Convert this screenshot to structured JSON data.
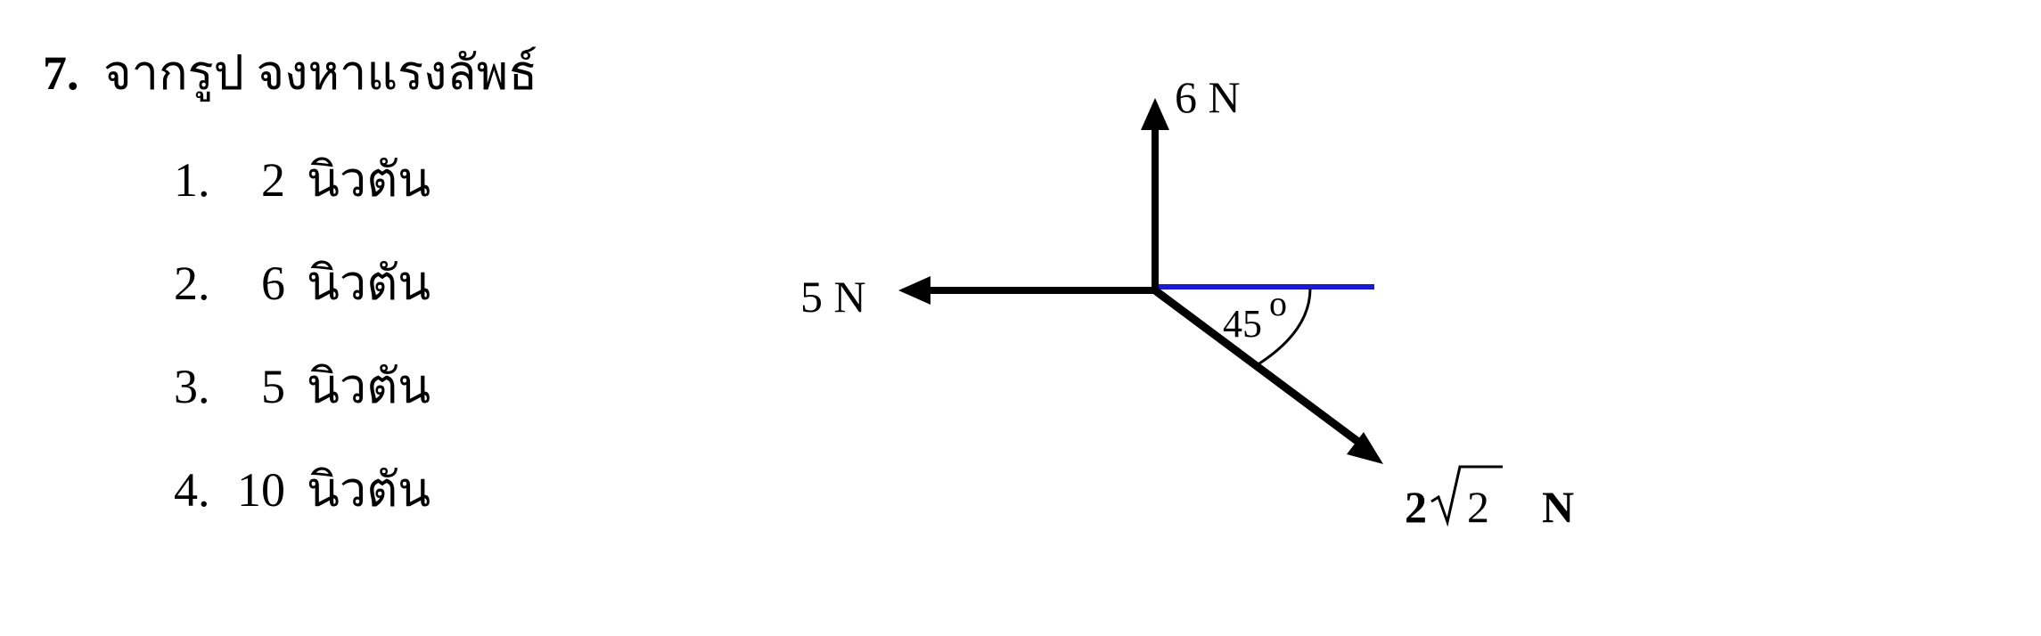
{
  "question": {
    "number": "7.",
    "text": "จากรูป จงหาแรงลัพธ์"
  },
  "choices": [
    {
      "no": "1.",
      "value": "2",
      "unit": "นิวตัน"
    },
    {
      "no": "2.",
      "value": "6",
      "unit": "นิวตัน"
    },
    {
      "no": "3.",
      "value": "5",
      "unit": "นิวตัน"
    },
    {
      "no": "4.",
      "value": "10",
      "unit": "นิวตัน"
    }
  ],
  "diagram": {
    "force_up_label": "6 N",
    "force_left_label": "5 N",
    "force_diag_coef": "2",
    "force_diag_radicand": "2",
    "force_diag_unit": "N",
    "angle_value": "45",
    "angle_unit": "o",
    "reference_line_color": "#1a1ad0"
  }
}
